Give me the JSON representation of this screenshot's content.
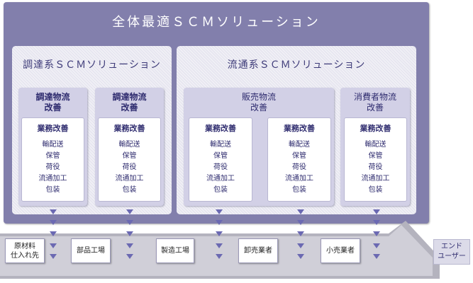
{
  "overall": {
    "title": "全体最適ＳＣＭソリューション"
  },
  "groups": [
    {
      "title": "調達系ＳＣＭソリューション"
    },
    {
      "title": "流通系ＳＣＭソリューション"
    }
  ],
  "boxes": [
    {
      "title": "調達物流\n改善"
    },
    {
      "title": "調達物流\n改善"
    },
    {
      "title": "販売物流\n改善"
    },
    {
      "title": "消費者物流\n改善"
    }
  ],
  "inner_panels": [
    {
      "title": "業務改善",
      "items": [
        "輸配送",
        "保管",
        "荷役",
        "流通加工",
        "包装"
      ]
    },
    {
      "title": "業務改善",
      "items": [
        "輸配送",
        "保管",
        "荷役",
        "流通加工",
        "包装"
      ]
    },
    {
      "title": "業務改善",
      "items": [
        "輸配送",
        "保管",
        "荷役",
        "流通加工",
        "包装"
      ]
    },
    {
      "title": "業務改善",
      "items": [
        "輸配送",
        "保管",
        "荷役",
        "流通加工",
        "包装"
      ]
    },
    {
      "title": "業務改善",
      "items": [
        "輸配送",
        "保管",
        "荷役",
        "流通加工",
        "包装"
      ]
    }
  ],
  "stages": [
    "原材料\n仕入れ先",
    "部品工場",
    "製造工場",
    "卸売業者",
    "小売業者"
  ],
  "end_user": "エンド\nユーザー",
  "colors": {
    "outer": "#827fac",
    "band": "#d0cfd8",
    "band_shade": "#b4b3be",
    "arrow": "#6b69b2",
    "text": "#2f2c6f"
  }
}
